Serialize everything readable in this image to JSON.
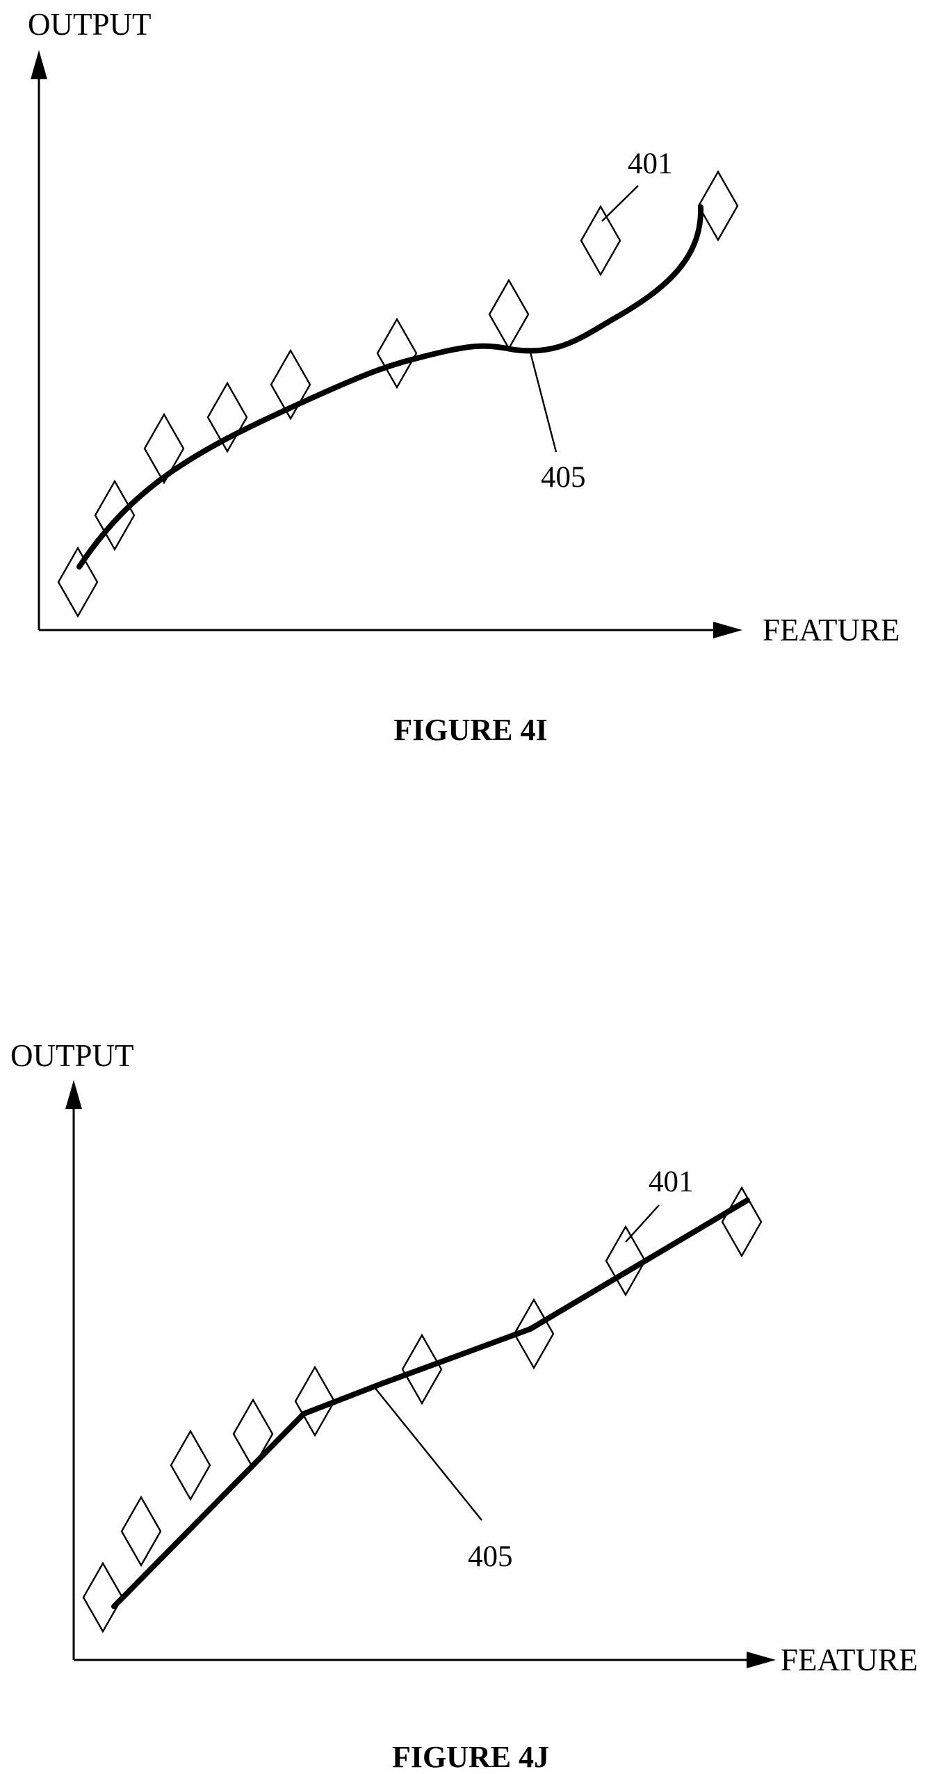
{
  "figure_4i": {
    "y_axis_label": "OUTPUT",
    "x_axis_label": "FEATURE",
    "data_points_ref": "401",
    "fit_curve_ref": "405",
    "caption": "FIGURE 4I"
  },
  "figure_4j": {
    "y_axis_label": "OUTPUT",
    "x_axis_label": "FEATURE",
    "data_points_ref": "401",
    "fit_curve_ref": "405",
    "caption": "FIGURE 4J"
  }
}
